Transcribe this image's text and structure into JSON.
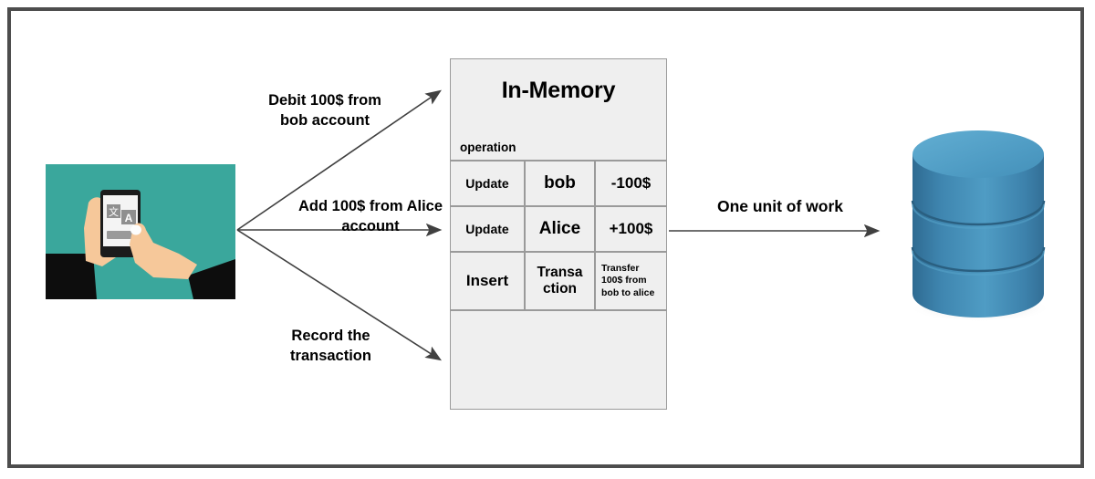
{
  "diagram": {
    "title": "Database transaction unit of work diagram",
    "colors": {
      "frame_border": "#4d4d4d",
      "illustration_bg": "#3aa79c",
      "table_fill": "#efefef",
      "table_border": "#9a9a9a",
      "db_blue_light": "#4f9cc4",
      "db_blue_dark": "#3a7ba5",
      "arrow": "#404040"
    },
    "source": {
      "name": "phone-translate-illustration",
      "description": "Hands holding a smartphone with translate app on teal background"
    },
    "arrows": [
      {
        "id": "debit",
        "label": "Debit 100$ from\nbob account"
      },
      {
        "id": "add",
        "label": "Add 100$ from Alice\naccount"
      },
      {
        "id": "record",
        "label": "Record the\ntransaction"
      },
      {
        "id": "unit-of-work",
        "label": "One unit of work"
      }
    ],
    "memory_table": {
      "title": "In-Memory",
      "subhead": "operation",
      "rows": [
        {
          "operation": "Update",
          "entity": "bob",
          "detail": "-100$"
        },
        {
          "operation": "Update",
          "entity": "Alice",
          "detail": "+100$"
        },
        {
          "operation": "Insert",
          "entity": "Transa ction",
          "detail": "Transfer 100$ from bob to alice"
        }
      ],
      "empty_row": ""
    },
    "database": {
      "name": "database-cylinder",
      "segments": 3
    }
  }
}
